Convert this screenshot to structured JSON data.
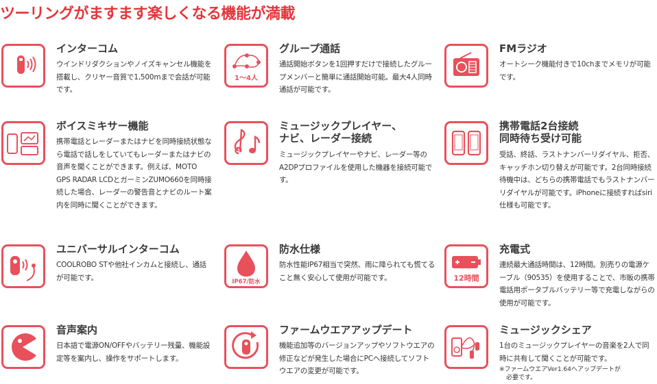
{
  "page_title": "ツーリングがますます楽しくなる機能が満載",
  "colors": {
    "accent": "#e4353b",
    "icon_border": "#e8505b"
  },
  "features": [
    {
      "title": "インターコム",
      "icon": "headset-sound-icon",
      "desc": "ウインドリダクションやノイズキャンセル機能を搭載し、クリヤー音質で1,500mまで会話が可能です。"
    },
    {
      "title": "グループ通話",
      "icon": "group-call-icon",
      "icon_label": "1〜4人",
      "desc": "通話開始ボタンを1回押すだけで接続したグループメンバーと簡単に通話開始可能。最大4人同時通話が可能です。"
    },
    {
      "title": "FMラジオ",
      "icon": "radio-icon",
      "desc": "オートシーク機能付きで10chまでメモリが可能です。"
    },
    {
      "title": "ボイスミキサー機能",
      "icon": "voice-mixer-icon",
      "desc": "携帯電話とレーダーまたはナビを同時接続状態なら電話で話しをしていてもレーダーまたはナビの音声を聞くことができます。例えば、MOTO GPS RADAR LCDとガーミンZUMO660を同時接続した場合、レーダーの警告音とナビのルート案内を同時に聞くことができます。"
    },
    {
      "title_line1": "ミュージックプレイヤー、",
      "title_line2": "ナビ、レーダー接続",
      "icon": "music-note-icon",
      "desc": "ミュージックプレイヤーやナビ、レーダー等のA2DPプロファイルを使用した機器を接続可能です。"
    },
    {
      "title_line1": "携帯電話2台接続",
      "title_line2": "同時待ち受け可能",
      "icon": "two-phones-icon",
      "desc": "受話、終話、ラストナンバーリダイヤル、拒否、キャッチホン切り替えが可能です。2台同時接続待機中は、どちらの携帯電話でもラストナンバーリダイヤルが可能です。iPhoneに接続すればsiri仕様も可能です。"
    },
    {
      "title": "ユニバーサルインターコム",
      "icon": "universal-intercom-icon",
      "desc": "COOLROBO STや他社インカムと接続し、通話が可能です。"
    },
    {
      "title": "防水仕様",
      "icon": "waterproof-drop-icon",
      "icon_label": "IP67/防水",
      "desc": "防水性能IP67相当で突然、雨に降られても慌てること無く安心して使用が可能です。"
    },
    {
      "title": "充電式",
      "icon": "battery-icon",
      "icon_label": "12時間",
      "desc": "連続最大通話時間は、12時間。別売りの電源ケーブル（90535）を使用することで、市販の携帯電話用ポータブルバッテリー等で充電しながらの使用が可能です。"
    },
    {
      "title": "音声案内",
      "icon": "voice-guide-icon",
      "desc": "日本語で電源ON/OFFやバッテリー残量、機能設定等を案内し、操作をサポートします。"
    },
    {
      "title": "ファームウエアアップデート",
      "icon": "firmware-update-icon",
      "desc": "機能追加等のバージョンアップやソフトウエアの修正などが発生した場合にPCへ接続してソフトウエアの変更が可能です。"
    },
    {
      "title": "ミュージックシェア",
      "icon": "music-share-icon",
      "desc": "1台のミュージックプレイヤーの音楽を2人で同時に共有して聞くことが可能です。",
      "note_line1": "※ファームウエアVer1.64へアップデートが",
      "note_line2": "必要です。"
    }
  ]
}
